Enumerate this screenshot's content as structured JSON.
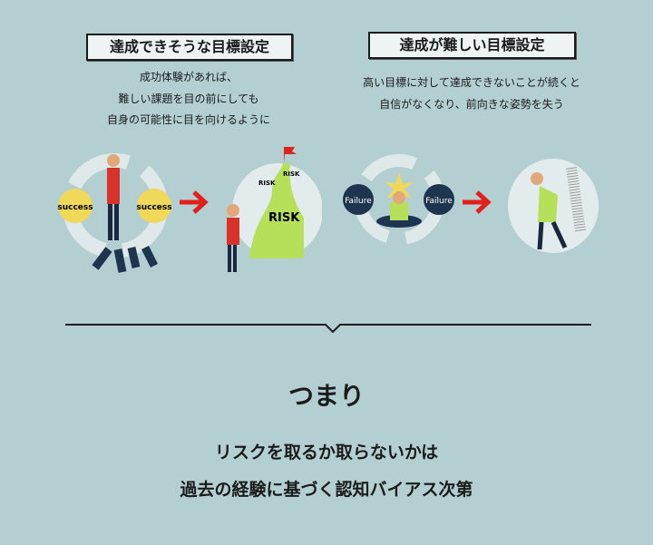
{
  "left": {
    "title": "達成できそうな目標設定",
    "lines": [
      "成功体験があれば、",
      "難しい課題を目の前にしても",
      "自身の可能性に目を向けるように"
    ],
    "badge": "success",
    "risk": "RISK"
  },
  "right": {
    "title": "達成が難しい目標設定",
    "lines": [
      "高い目標に対して達成できないことが続くと",
      "自信がなくなり、前向きな姿勢を失う"
    ],
    "badge": "Failure"
  },
  "summary": {
    "heading": "つまり",
    "lines": [
      "リスクを取るか取らないかは",
      "過去の経験に基づく認知バイアス次第"
    ]
  },
  "colors": {
    "background": "#b3cfd2",
    "arrow": "#e0201b",
    "success": "#f0d858",
    "failure": "#1e3550",
    "hill": "#b7e05a"
  }
}
